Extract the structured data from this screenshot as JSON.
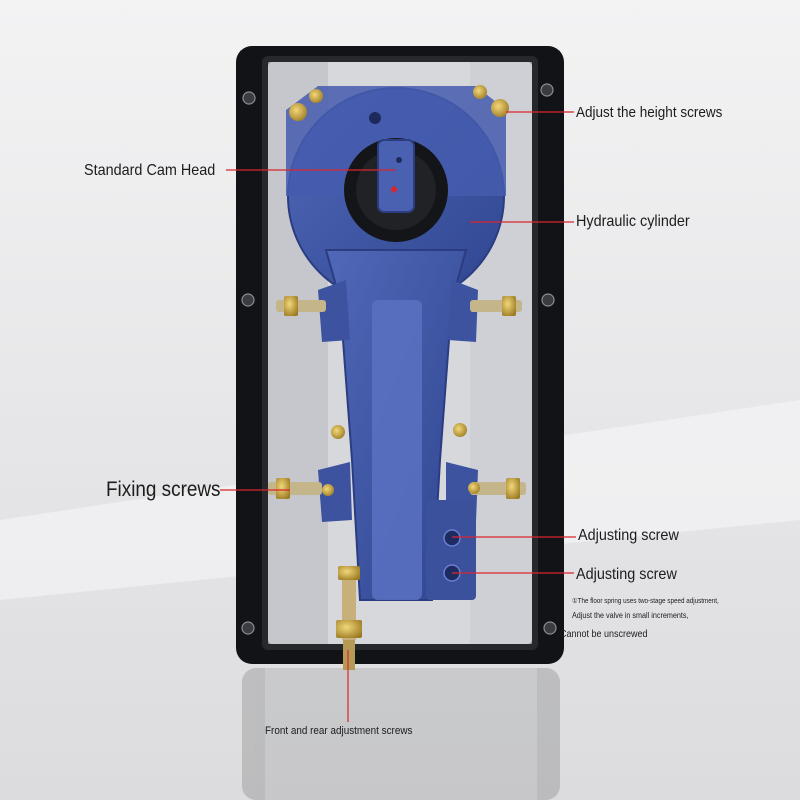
{
  "labels": {
    "adjust_height_screws": "Adjust the height screws",
    "standard_cam_head": "Standard Cam Head",
    "hydraulic_cylinder": "Hydraulic cylinder",
    "fixing_screws": "Fixing screws",
    "adjusting_screw_1": "Adjusting screw",
    "adjusting_screw_2": "Adjusting screw",
    "note_line_1": "①The floor spring uses two-stage speed adjustment,",
    "note_line_2": "Adjust the valve in small increments,",
    "note_line_3": "Cannot be unscrewed",
    "front_rear_screws": "Front and rear adjustment screws"
  },
  "colors": {
    "housing": "#17181b",
    "body_blue": "#3f56a6",
    "leader_line": "#d8262f",
    "brass": "#c9a43a"
  }
}
